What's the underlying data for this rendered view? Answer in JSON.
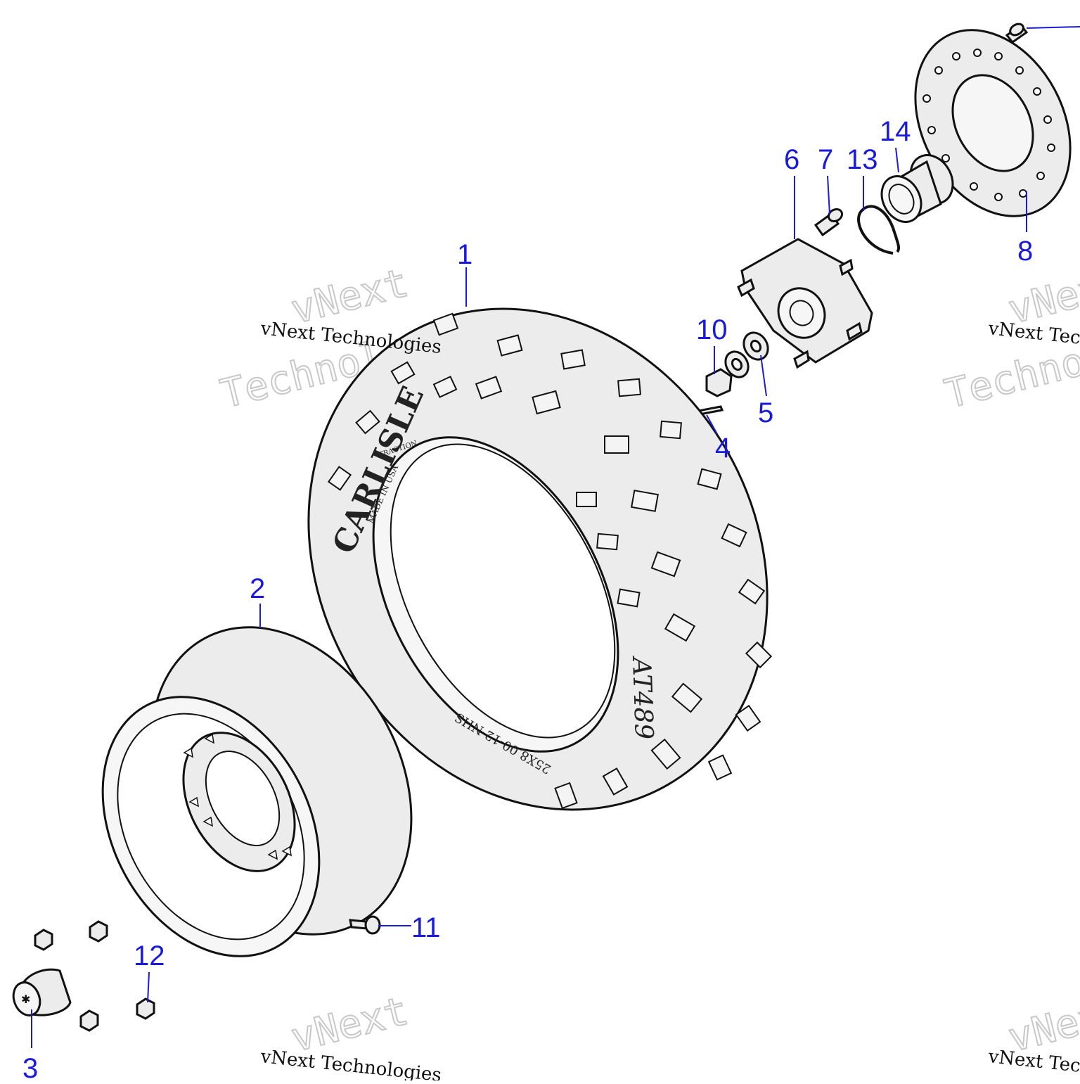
{
  "watermark": {
    "line": "vNext Technologies",
    "word1": "vNext",
    "word2": "Technologies"
  },
  "tire_markings": {
    "brand": "CARLISLE",
    "model": "AT489",
    "size": "25X8.00-12 NHS",
    "made_in": "MADE IN USA",
    "direction": "TRACTION"
  },
  "callouts": [
    {
      "id": "1",
      "label": "1"
    },
    {
      "id": "2",
      "label": "2"
    },
    {
      "id": "3",
      "label": "3"
    },
    {
      "id": "4",
      "label": "4"
    },
    {
      "id": "5",
      "label": "5"
    },
    {
      "id": "6",
      "label": "6"
    },
    {
      "id": "7",
      "label": "7"
    },
    {
      "id": "8",
      "label": "8"
    },
    {
      "id": "10",
      "label": "10"
    },
    {
      "id": "11",
      "label": "11"
    },
    {
      "id": "12",
      "label": "12"
    },
    {
      "id": "13",
      "label": "13"
    },
    {
      "id": "14",
      "label": "14"
    }
  ],
  "colors": {
    "callout": "#1a1adb",
    "line": "#111111",
    "part_fill": "#ececec"
  }
}
